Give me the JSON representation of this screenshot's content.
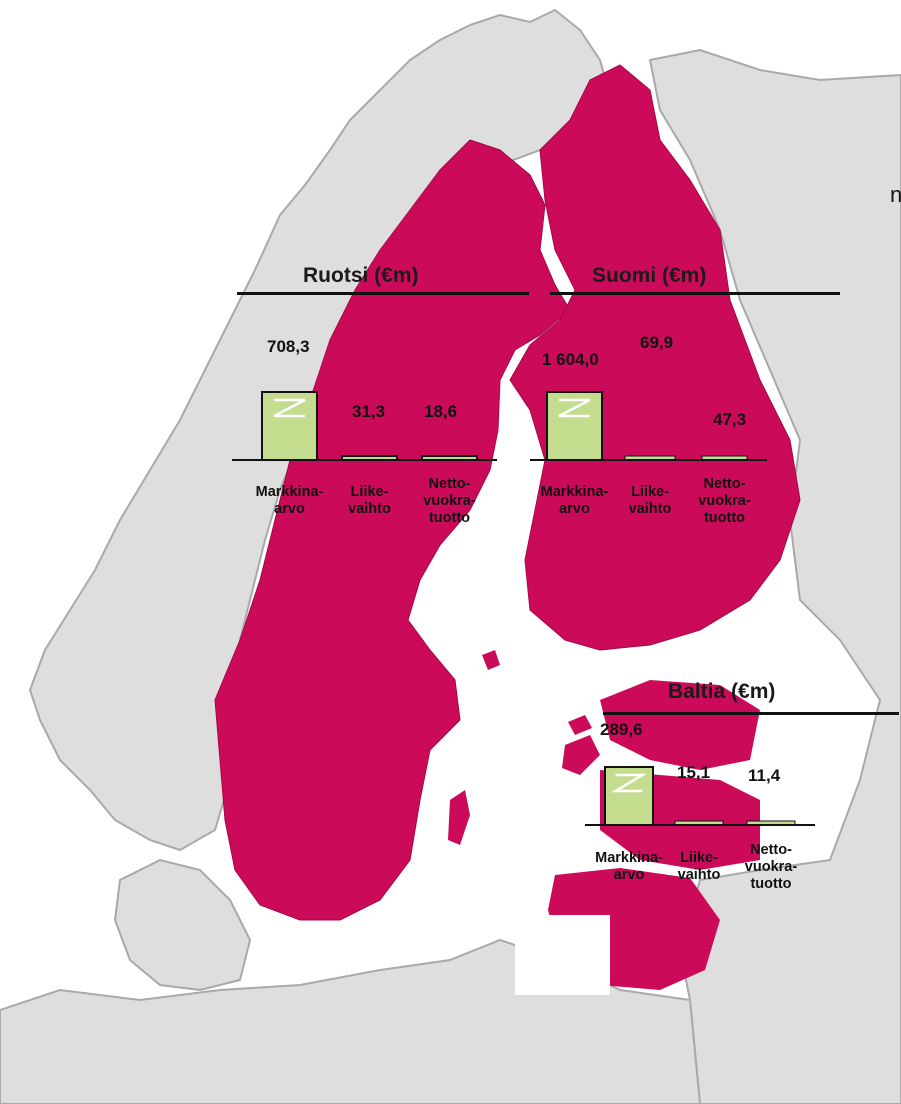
{
  "colors": {
    "sea": "#ffffff",
    "land": "#dedede",
    "land_edge": "#a9a9a9",
    "highlight": "#cc0a5a",
    "bar_fill": "#c3dc8d",
    "bar_edge": "#111111",
    "rule": "#111111"
  },
  "stray_text": "n",
  "chart_data": [
    {
      "type": "bar",
      "title": "Ruotsi (€m)",
      "categories": [
        "Markkina-\narvo",
        "Liike-\nvaihto",
        "Netto-\nvuokra-\ntuotto"
      ],
      "values": [
        708.3,
        31.3,
        18.6
      ],
      "value_labels": [
        "708,3",
        "31,3",
        "18,6"
      ],
      "first_bar_logo": true,
      "xlabel": "",
      "ylabel": ""
    },
    {
      "type": "bar",
      "title": "Suomi (€m)",
      "categories": [
        "Markkina-\narvo",
        "Liike-\nvaihto",
        "Netto-\nvuokra-\ntuotto"
      ],
      "values": [
        1604.0,
        69.9,
        47.3
      ],
      "value_labels": [
        "1 604,0",
        "69,9",
        "47,3"
      ],
      "first_bar_logo": true,
      "xlabel": "",
      "ylabel": ""
    },
    {
      "type": "bar",
      "title": "Baltia (€m)",
      "categories": [
        "Markkina-\narvo",
        "Liike-\nvaihto",
        "Netto-\nvuokra-\ntuotto"
      ],
      "values": [
        289.6,
        15.1,
        11.4
      ],
      "value_labels": [
        "289,6",
        "15,1",
        "11,4"
      ],
      "first_bar_logo": true,
      "xlabel": "",
      "ylabel": ""
    }
  ]
}
